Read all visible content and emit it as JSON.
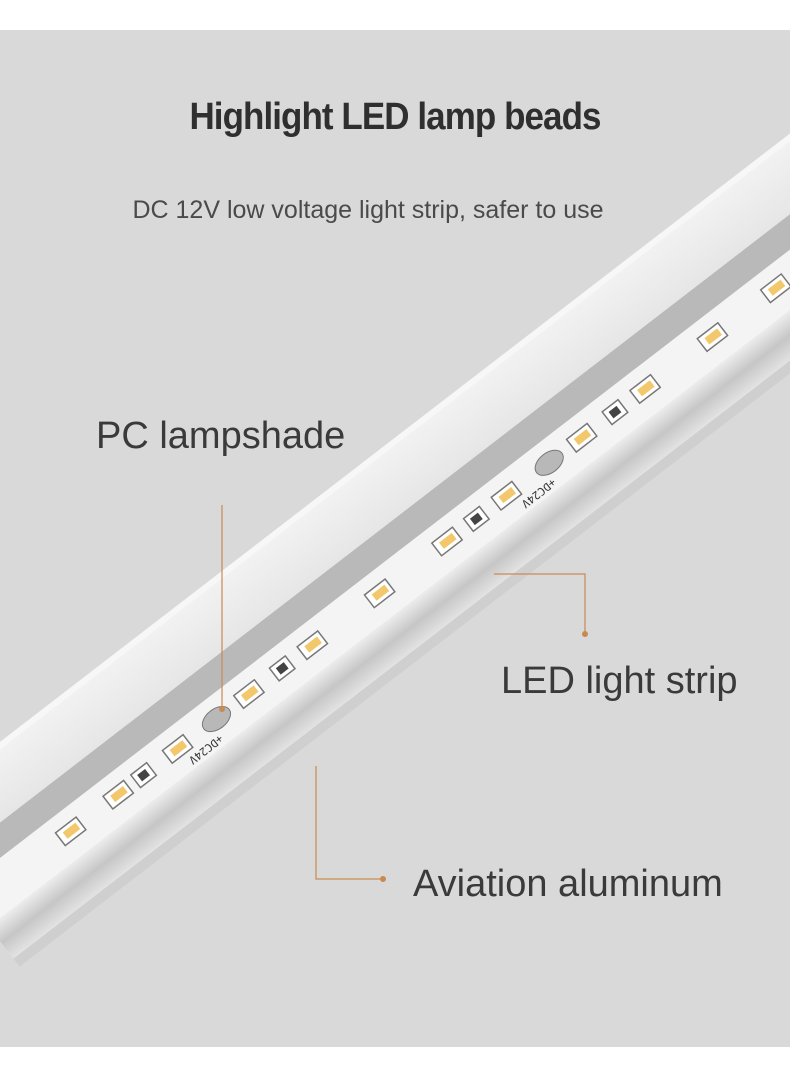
{
  "header": {
    "title": "Highlight LED lamp beads",
    "subtitle": "DC 12V low voltage light strip, safer to use"
  },
  "callouts": {
    "pc_lampshade": "PC lampshade",
    "led_strip": "LED light strip",
    "aluminum": "Aviation aluminum"
  },
  "strip_marking": "+DC24V",
  "colors": {
    "background": "#d9d9d9",
    "callout_line": "#c98a52",
    "led_warm": "#f3c86c"
  }
}
